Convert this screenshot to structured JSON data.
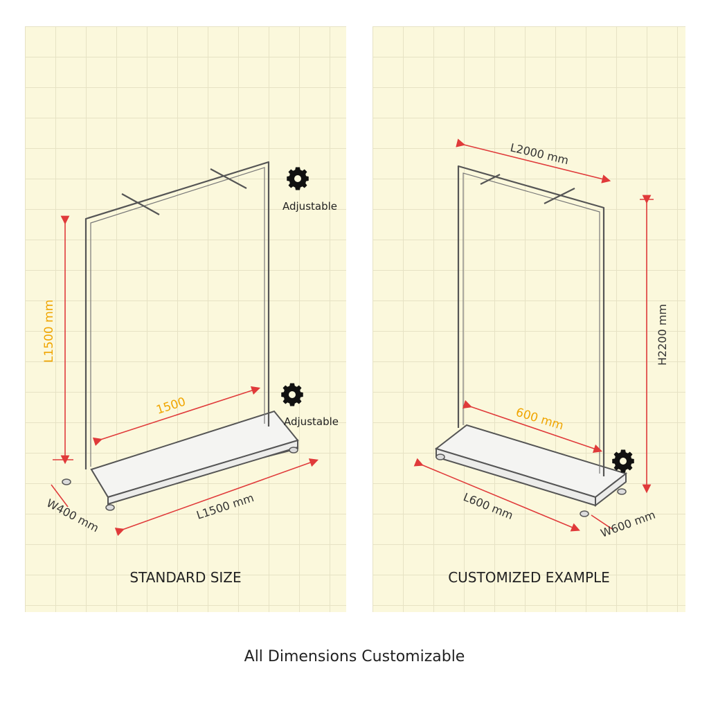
{
  "left_panel": {
    "caption": "STANDARD SIZE",
    "height_label": "L1500 mm",
    "inner_length_label": "1500",
    "length_label": "L1500 mm",
    "width_label": "W400 mm",
    "adjustable_top": "Adjustable",
    "adjustable_bottom": "Adjustable",
    "icons": [
      "gear-icon",
      "gear-icon"
    ]
  },
  "right_panel": {
    "caption": "CUSTOMIZED EXAMPLE",
    "top_length_label": "L2000 mm",
    "height_label": "H2200 mm",
    "inner_width_label": "600 mm",
    "length_label": "L600 mm",
    "width_label": "W600 mm",
    "icons": [
      "gear-icon"
    ]
  },
  "footer": "All Dimensions Customizable",
  "colors": {
    "panel_bg": "#fbf8dc",
    "grid": "#e6e2c4",
    "dimension_line": "#e03a3a",
    "highlight_label": "#f0a500",
    "frame": "#555555"
  }
}
